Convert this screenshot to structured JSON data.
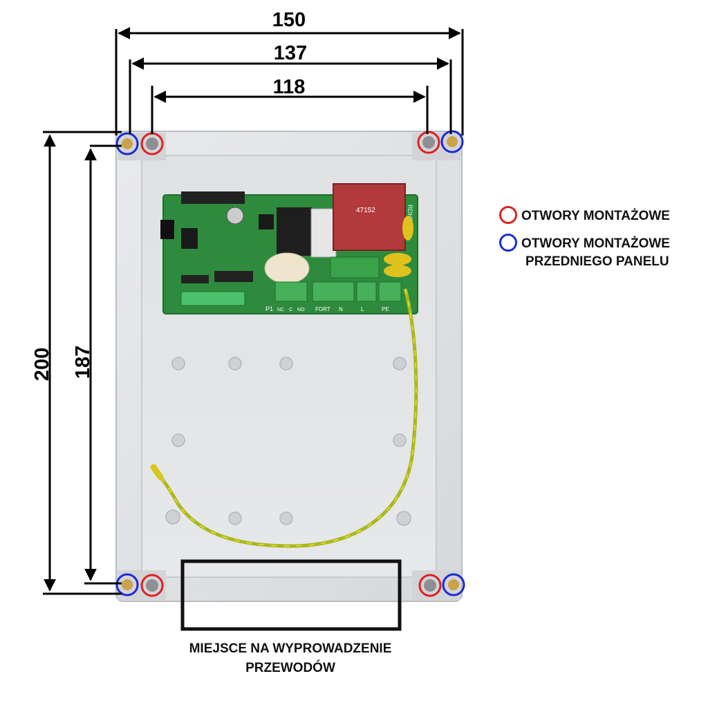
{
  "dimensions": {
    "outer_width": "150",
    "front_panel_holes_width": "137",
    "mounting_holes_width": "118",
    "outer_height": "200",
    "mounting_holes_height": "187"
  },
  "legend": {
    "mounting_holes": {
      "label": "OTWORY MONTAŻOWE",
      "color": "#e02020"
    },
    "front_panel_holes": {
      "label_line1": "OTWORY MONTAŻOWE",
      "label_line2": "PRZEDNIEGO PANELU",
      "color": "#1a2ad6"
    }
  },
  "cable_area_label": {
    "line1": "MIEJSCE NA WYPROWADZENIE",
    "line2": "PRZEWODÓW"
  },
  "pcb_markings": {
    "transformer_code": "47152",
    "board_name": "RDH3",
    "terminal_labels": [
      "P1",
      "NC",
      "C",
      "NO",
      "FORT",
      "N",
      "L",
      "PE"
    ]
  }
}
